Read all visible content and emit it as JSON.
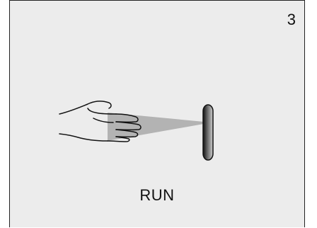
{
  "panel": {
    "step_number": "3",
    "caption": "RUN"
  },
  "illustration": {
    "hand_icon": "hand-icon",
    "sensor_icon": "sensor-icon",
    "beam": "sensor-beam"
  }
}
